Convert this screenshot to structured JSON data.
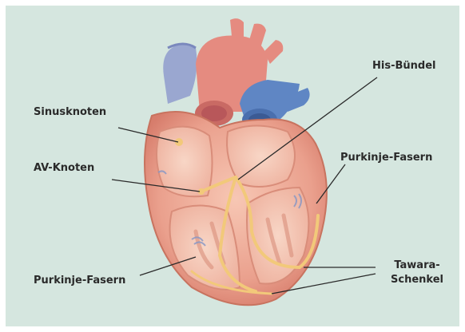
{
  "labels": {
    "sinusknoten": "Sinusknoten",
    "av_knoten": "AV-Knoten",
    "purkinje_left": "Purkinje-Fasern",
    "his_buendel": "His-Bündel",
    "purkinje_right": "Purkinje-Fasern",
    "tawara_line1": "Tawara-",
    "tawara_line2": "Schenkel"
  },
  "colors": {
    "background": "#d5e6df",
    "heart_outer": "#e79b8a",
    "heart_inner": "#f3c1ae",
    "aorta": "#e58b80",
    "vein_blue": "#5f86c4",
    "conduction": "#f2c97a"
  }
}
